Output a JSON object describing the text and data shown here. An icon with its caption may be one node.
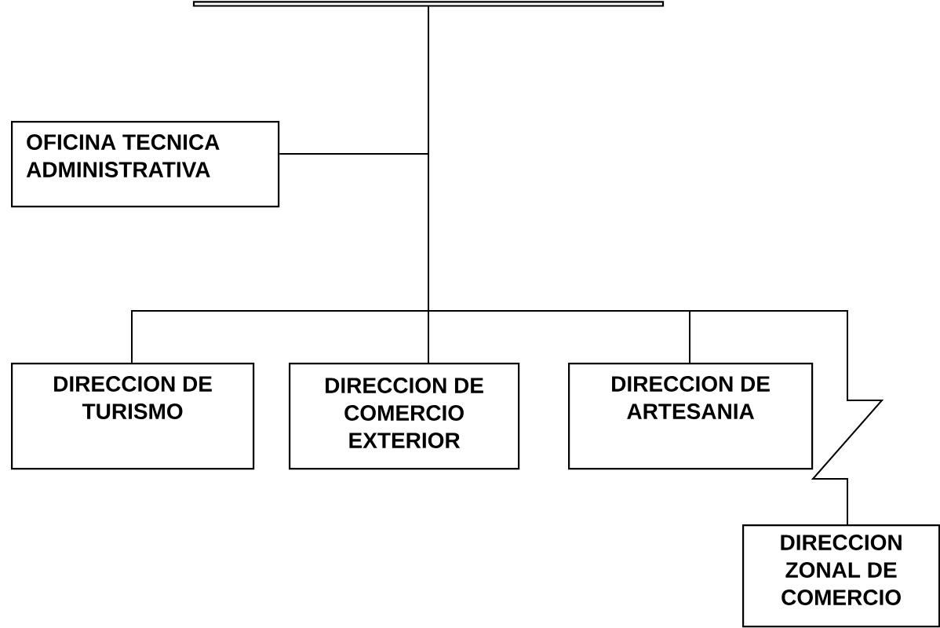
{
  "diagram": {
    "nodes": [
      {
        "text": [],
        "shape": "box"
      },
      {
        "text": [
          "OFICINA TECNICA ADMINISTRATIVA"
        ]
      },
      {
        "text": [
          "DIRECCION DE TURISMO"
        ]
      },
      {
        "text": [
          "DIRECCION DE COMERCIO EXTERIOR"
        ]
      },
      {
        "text": [
          "DIRECCION DE ARTESANIA"
        ]
      },
      {
        "text": [
          "DIRECCION ZONAL DE COMERCIO"
        ]
      }
    ],
    "edges": [
      {
        "from": 0,
        "to": 1,
        "arrow": "none"
      },
      {
        "from": 0,
        "to": 2,
        "arrow": "none"
      },
      {
        "from": 0,
        "to": 3,
        "arrow": "none"
      },
      {
        "from": 0,
        "to": 4,
        "arrow": "none"
      },
      {
        "from": 0,
        "to": 5,
        "arrow": "none"
      }
    ]
  }
}
